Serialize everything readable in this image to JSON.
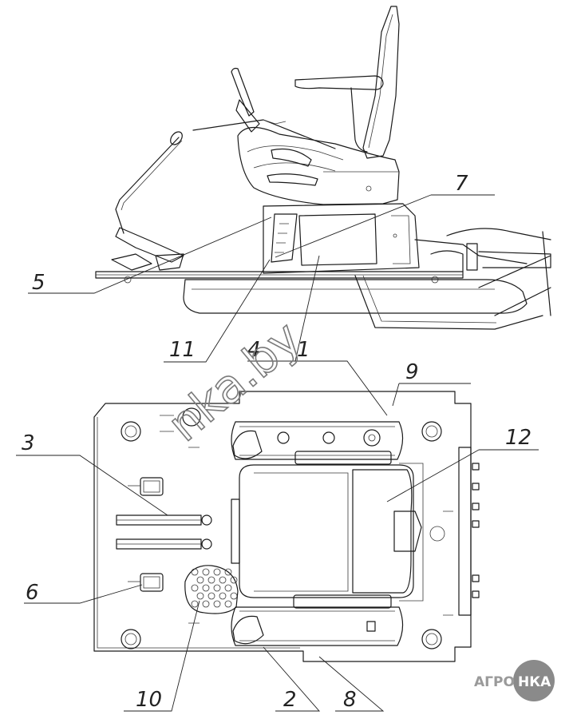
{
  "callouts": [
    {
      "id": "1",
      "label": "1"
    },
    {
      "id": "2",
      "label": "2"
    },
    {
      "id": "3",
      "label": "3"
    },
    {
      "id": "4",
      "label": "4"
    },
    {
      "id": "5",
      "label": "5"
    },
    {
      "id": "6",
      "label": "6"
    },
    {
      "id": "7",
      "label": "7"
    },
    {
      "id": "8",
      "label": "8"
    },
    {
      "id": "9",
      "label": "9"
    },
    {
      "id": "10",
      "label": "10"
    },
    {
      "id": "11",
      "label": "11"
    },
    {
      "id": "12",
      "label": "12"
    }
  ],
  "watermark": {
    "text": "nka.by",
    "color": "#7a7a7a"
  },
  "logo": {
    "left_text": "АГРО",
    "right_text": "НКА",
    "badge_color": "#8a8a8a",
    "text_color": "#9a9a9a"
  },
  "colors": {
    "line": "#1a1a1a",
    "background": "#ffffff"
  }
}
